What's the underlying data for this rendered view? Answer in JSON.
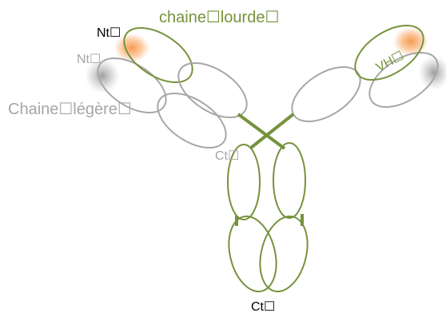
{
  "labels": {
    "heavy_chain": "chaine☐lourde☐",
    "nt_top": "Nt☐",
    "nt_light": "Nt☐",
    "light_chain": "Chaine☐légère☐",
    "ct_hinge": "Ct☐",
    "ct_bottom": "Ct☐",
    "vh": "VH☐"
  },
  "colors": {
    "heavy": "#76923c",
    "light": "#a6a6a6",
    "text_dark": "#000000",
    "text_grey": "#a6a6a6",
    "glow_orange": "#f79646",
    "glow_grey": "#7f7f7f"
  }
}
